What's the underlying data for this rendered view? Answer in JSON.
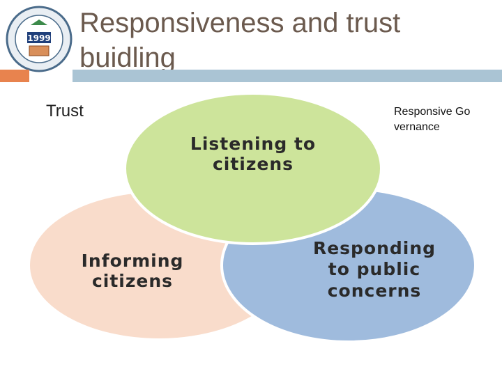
{
  "slide": {
    "title": "Responsiveness and trust buidling",
    "left_label": "Trust",
    "right_label": "Responsive Governance"
  },
  "venn": {
    "circles": [
      {
        "label_line1": "Listening to",
        "label_line2": "citizens",
        "color": "#c5e08a"
      },
      {
        "label_line1": "Informing",
        "label_line2": "citizens",
        "color": "#f8d7c3"
      },
      {
        "label_line1": "Responding",
        "label_line2": "to public",
        "label_line3": "concerns",
        "color": "#8fb0d8"
      }
    ]
  },
  "colors": {
    "title": "#6b5a4e",
    "accent_orange": "#e8834e",
    "accent_blue": "#aac4d4"
  },
  "logo": {
    "icon": "emblem-logo-icon",
    "badge_text": "1999"
  }
}
